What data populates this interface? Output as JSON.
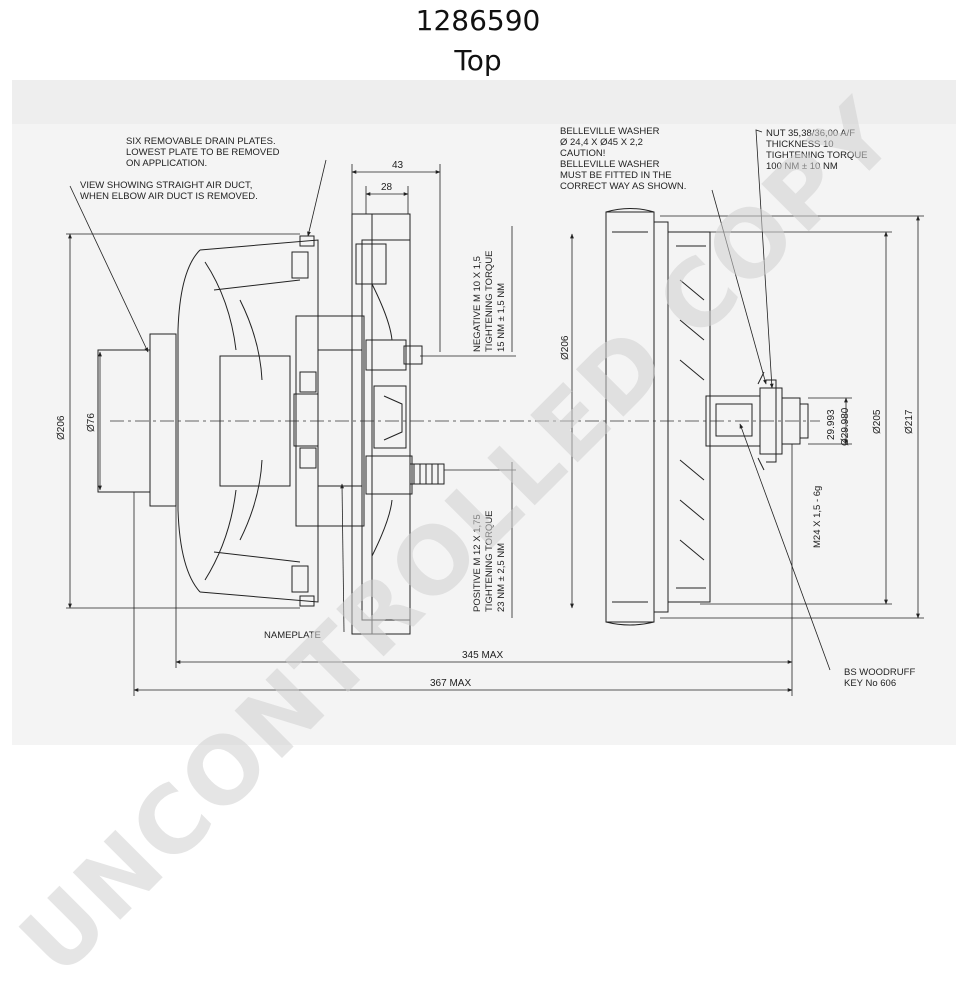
{
  "header": {
    "part_number": "1286590",
    "view": "Top"
  },
  "notes": {
    "drain_plates": [
      "SIX REMOVABLE DRAIN PLATES.",
      "LOWEST PLATE TO BE REMOVED",
      "ON APPLICATION."
    ],
    "view_straight": [
      "VIEW SHOWING STRAIGHT AIR DUCT,",
      "WHEN ELBOW AIR DUCT IS REMOVED."
    ],
    "belleville": [
      "BELLEVILLE WASHER",
      "Ø 24,4 X Ø45 X 2,2",
      "CAUTION!",
      "BELLEVILLE WASHER",
      "MUST BE FITTED IN THE",
      "CORRECT WAY AS SHOWN."
    ],
    "nut": [
      "NUT 35,38/36,00 A/F",
      "THICKNESS 10",
      "TIGHTENING TORQUE",
      "100 NM ± 10 NM"
    ],
    "negative": [
      "NEGATIVE M 10 X 1,5",
      "TIGHTENING TORQUE",
      "15 NM ± 1,5 NM"
    ],
    "positive": [
      "POSITIVE M 12 X 1,75",
      "TIGHTENING TORQUE",
      "23 NM ± 2,5 NM"
    ],
    "nameplate": "NAMEPLATE",
    "woodruff": [
      "BS WOODRUFF",
      "KEY No 606"
    ],
    "thread": "M24 X 1,5 - 6g"
  },
  "dimensions": {
    "d43": "43",
    "d28": "28",
    "dia206_left": "Ø206",
    "dia76": "Ø76",
    "dia206_mid": "Ø206",
    "shaft_max": "29.993",
    "shaft_min": "Ø29.980",
    "dia205": "Ø205",
    "dia217": "Ø217",
    "len345": "345 MAX",
    "len367": "367 MAX"
  },
  "watermark": "UNCONTROLLED COPY"
}
